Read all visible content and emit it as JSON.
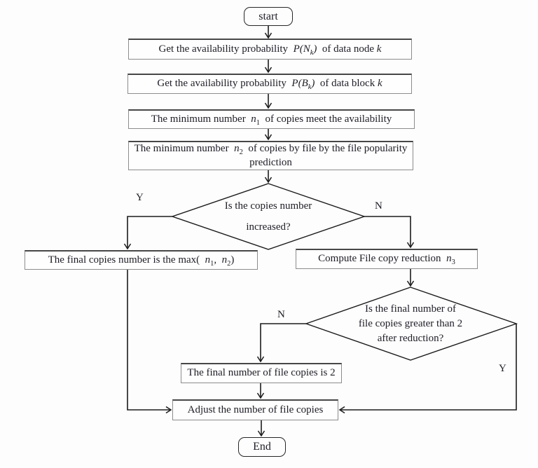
{
  "diagram": {
    "type": "flowchart",
    "background": "#fdfdfd",
    "line_color": "#1c1c1c",
    "box_border_color": "#8c8c8c",
    "box_border_top_color": "#474747",
    "text_color": "#1d1d26"
  },
  "nodes": {
    "start": {
      "text": "start"
    },
    "b1": {
      "parts": [
        {
          "t": "Get the availability probability  "
        },
        {
          "t": "P(N",
          "i": 1
        },
        {
          "t": "k",
          "i": 1,
          "sub": 1
        },
        {
          "t": ")",
          "i": 1
        },
        {
          "t": "  of data node "
        },
        {
          "t": "k",
          "i": 1
        }
      ]
    },
    "b2": {
      "parts": [
        {
          "t": "Get the availability probability  "
        },
        {
          "t": "P(B",
          "i": 1
        },
        {
          "t": "k",
          "i": 1,
          "sub": 1
        },
        {
          "t": ")",
          "i": 1
        },
        {
          "t": "  of data block "
        },
        {
          "t": "k",
          "i": 1
        }
      ]
    },
    "b3": {
      "parts": [
        {
          "t": "The minimum number  "
        },
        {
          "t": "n",
          "i": 1
        },
        {
          "t": "1",
          "sub": 1
        },
        {
          "t": "  of copies meet the availability"
        }
      ]
    },
    "b4": {
      "parts": [
        {
          "t": "The minimum number  "
        },
        {
          "t": "n",
          "i": 1
        },
        {
          "t": "2",
          "sub": 1
        },
        {
          "t": "  of copies by file by the file popularity prediction"
        }
      ]
    },
    "d1": {
      "lines": [
        "Is the copies number",
        "increased?"
      ],
      "yes_label": "Y",
      "no_label": "N"
    },
    "b5": {
      "parts": [
        {
          "t": "The final copies number is the max(  "
        },
        {
          "t": "n",
          "i": 1
        },
        {
          "t": "1",
          "sub": 1
        },
        {
          "t": ",  "
        },
        {
          "t": "n",
          "i": 1
        },
        {
          "t": "2",
          "sub": 1
        },
        {
          "t": ")"
        }
      ]
    },
    "b6": {
      "parts": [
        {
          "t": "Compute File copy reduction  "
        },
        {
          "t": "n",
          "i": 1
        },
        {
          "t": "3",
          "sub": 1
        }
      ]
    },
    "d2": {
      "lines": [
        "Is the final number of",
        "file copies greater than 2",
        "after reduction?"
      ],
      "no_label": "N",
      "yes_label": "Y"
    },
    "b7": {
      "text": "The final number of file copies is 2"
    },
    "b8": {
      "text": "Adjust the number of file copies"
    },
    "end": {
      "text": "End"
    }
  }
}
